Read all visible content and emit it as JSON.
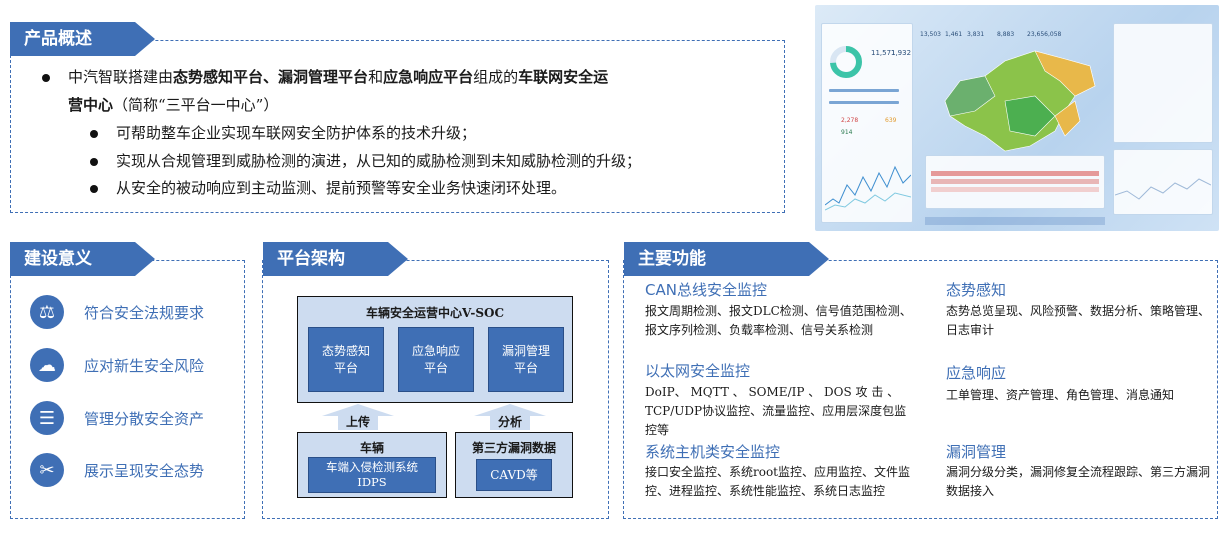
{
  "overview": {
    "tab": "产品概述",
    "line1_pre": "中汽智联搭建由",
    "line1_b1": "态势感知平台",
    "line1_sep1": "、",
    "line1_b2": "漏洞管理平台",
    "line1_mid": "和",
    "line1_b3": "应急响应平台",
    "line1_mid2": "组成的",
    "line1_b4": "车联网安全运",
    "line2_b": "营中心",
    "line2_rest": "（简称“三平台一中心”）",
    "bullets": [
      "可帮助整车企业实现车联网安全防护体系的技术升级；",
      "实现从合规管理到威胁检测的演进，从已知的威胁检测到未知威胁检测的升级；",
      "从安全的被动响应到主动监测、提前预警等安全业务快速闭环处理。"
    ]
  },
  "significance": {
    "tab": "建设意义",
    "items": [
      {
        "label": "符合安全法规要求",
        "icon": "gavel-icon"
      },
      {
        "label": "应对新生安全风险",
        "icon": "cloud-alert-icon"
      },
      {
        "label": "管理分散安全资产",
        "icon": "sliders-icon"
      },
      {
        "label": "展示呈现安全态势",
        "icon": "tools-icon"
      }
    ]
  },
  "architecture": {
    "tab": "平台架构",
    "soc_title": "车辆安全运营中心V-SOC",
    "platforms": [
      "态势感知\n平台",
      "应急响应\n平台",
      "漏洞管理\n平台"
    ],
    "arrow_left": "上传",
    "arrow_right": "分析",
    "vehicle_title": "车辆",
    "vehicle_block": "车端入侵检测系统\nIDPS",
    "third_title": "第三方漏洞数据",
    "third_block": "CAVD等"
  },
  "functions": {
    "tab": "主要功能",
    "left": [
      {
        "title": "CAN总线安全监控",
        "desc": "报文周期检测、报文DLC检测、信号值范围检测、报文序列检测、负载率检测、信号关系检测"
      },
      {
        "title": "以太网安全监控",
        "desc": "DoIP、 MQTT 、 SOME/IP 、 DOS 攻 击 、TCP/UDP协议监控、流量监控、应用层深度包监控等"
      },
      {
        "title": "系统主机类安全监控",
        "desc": "接口安全监控、系统root监控、应用监控、文件监控、进程监控、系统性能监控、系统日志监控"
      }
    ],
    "right": [
      {
        "title": "态势感知",
        "desc": "态势总览呈现、风险预警、数据分析、策略管理、日志审计"
      },
      {
        "title": "应急响应",
        "desc": "工单管理、资产管理、角色管理、消息通知"
      },
      {
        "title": "漏洞管理",
        "desc": "漏洞分级分类，漏洞修复全流程跟踪、第三方漏洞数据接入"
      }
    ]
  },
  "dashboard": {
    "stats": [
      "13,503",
      "1,461",
      "3,831",
      "8,883",
      "23,656,058"
    ],
    "left_nums": [
      "11,571",
      "1,932",
      "2,278",
      "639",
      "914"
    ],
    "colors": {
      "accent": "#3f6fb5",
      "map_green": "#4caf50",
      "map_yellow": "#e8b84a"
    }
  }
}
